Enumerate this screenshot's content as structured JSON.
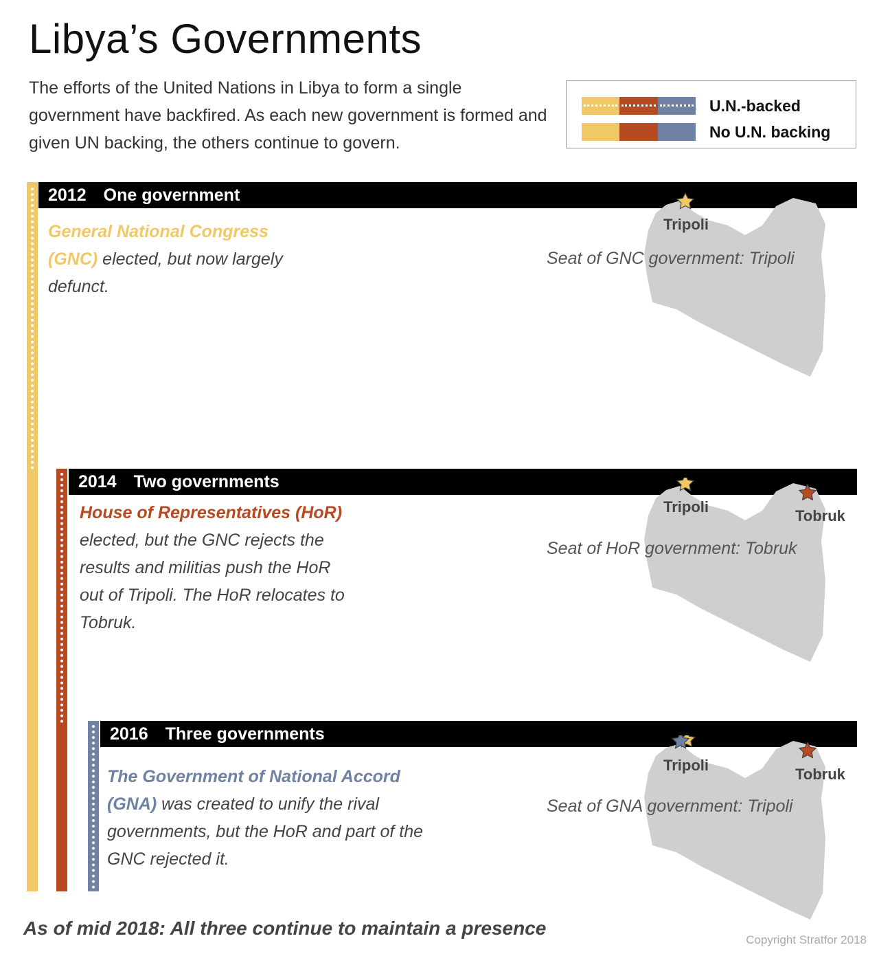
{
  "title": "Libya’s Governments",
  "subtitle": "The efforts of the United Nations in Libya to form a single government have backfired. As each new government is formed and given UN backing, the others continue to govern.",
  "colors": {
    "gnc": "#f0c865",
    "hor": "#b84a22",
    "gna": "#6f82a3",
    "map": "#cfcfcf"
  },
  "legend": {
    "un_backed": "U.N.-backed",
    "no_backing": "No U.N. backing"
  },
  "sections": [
    {
      "year": "2012",
      "heading": "One government",
      "lead": "General National Congress (GNC)",
      "text": " elected, but now largely defunct.",
      "cities": [
        "Tripoli"
      ],
      "seat": "Seat of GNC government: Tripoli"
    },
    {
      "year": "2014",
      "heading": "Two governments",
      "lead": "House of Representatives (HoR)",
      "text": " elected, but the GNC rejects the results and militias push the HoR out of Tripoli. The HoR relocates to Tobruk.",
      "cities": [
        "Tripoli",
        "Tobruk"
      ],
      "seat": "Seat of HoR government: Tobruk"
    },
    {
      "year": "2016",
      "heading": "Three governments",
      "lead": "The Government of National Accord (GNA)",
      "text": " was created to unify the rival governments, but the HoR and part of the GNC rejected it.",
      "cities": [
        "Tripoli",
        "Tobruk"
      ],
      "seat": "Seat of GNA government: Tripoli"
    }
  ],
  "footer": "As of mid 2018: All three continue to maintain a presence",
  "copyright": "Copyright Stratfor 2018"
}
